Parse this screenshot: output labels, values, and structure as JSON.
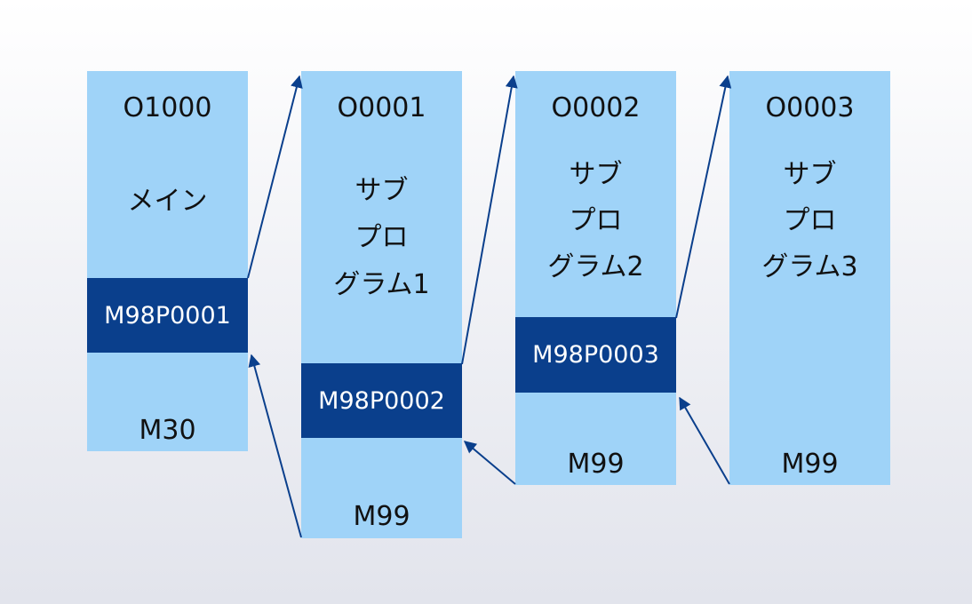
{
  "colors": {
    "block_fill": "#9fd3f8",
    "call_band": "#0a3f8c",
    "arrow": "#0a3f8c"
  },
  "main": {
    "program_number": "O1000",
    "label": "メイン",
    "call": "M98P0001",
    "end": "M30"
  },
  "sub1": {
    "program_number": "O0001",
    "label_lines": [
      "サブ",
      "プロ",
      "グラム1"
    ],
    "call": "M98P0002",
    "end": "M99"
  },
  "sub2": {
    "program_number": "O0002",
    "label_lines": [
      "サブ",
      "プロ",
      "グラム2"
    ],
    "call": "M98P0003",
    "end": "M99"
  },
  "sub3": {
    "program_number": "O0003",
    "label_lines": [
      "サブ",
      "プロ",
      "グラム3"
    ],
    "end": "M99"
  }
}
